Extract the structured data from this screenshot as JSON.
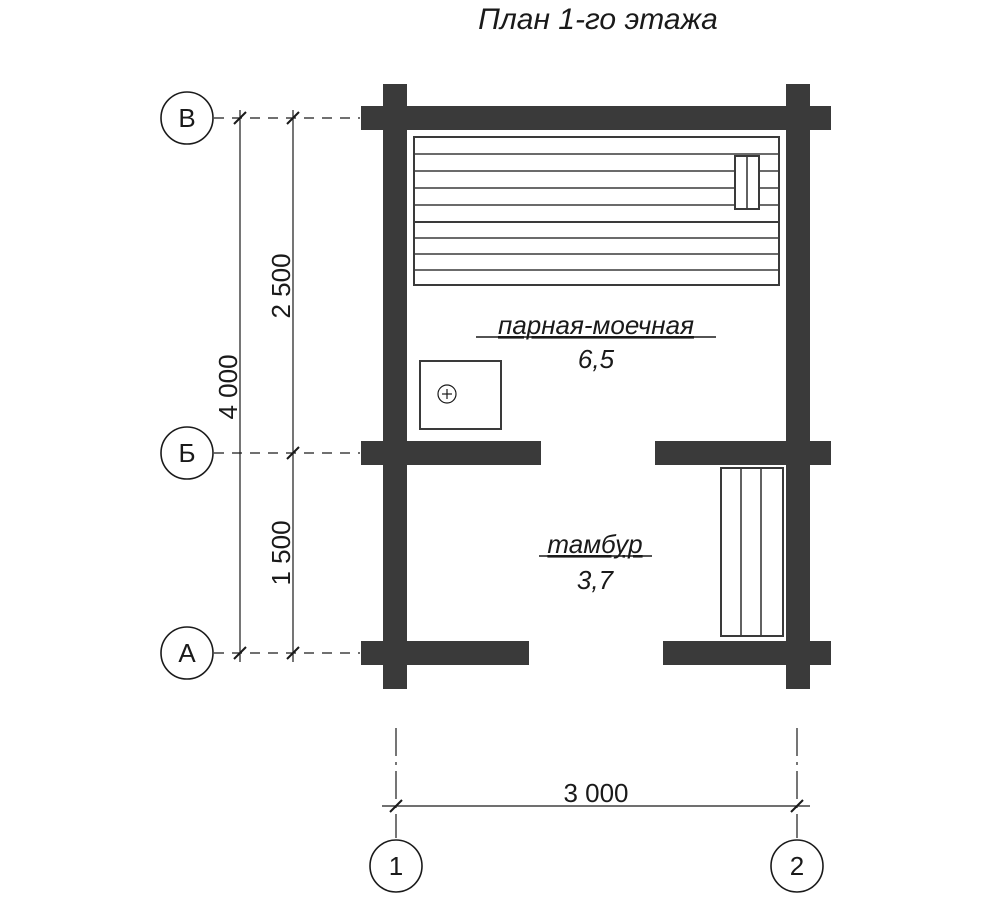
{
  "title": "План 1-го этажа",
  "rooms": {
    "steam": {
      "name": "парная-моечная",
      "area": "6,5"
    },
    "vestibule": {
      "name": "тамбур",
      "area": "3,7"
    }
  },
  "dimensions": {
    "total_height": "4 000",
    "upper": "2 500",
    "lower": "1 500",
    "width": "3 000"
  },
  "axes": {
    "rows": [
      "В",
      "Б",
      "А"
    ],
    "columns": [
      "1",
      "2"
    ]
  },
  "colors": {
    "wall": "#3a3a3a",
    "line": "#1a1a1a",
    "background": "#ffffff"
  }
}
